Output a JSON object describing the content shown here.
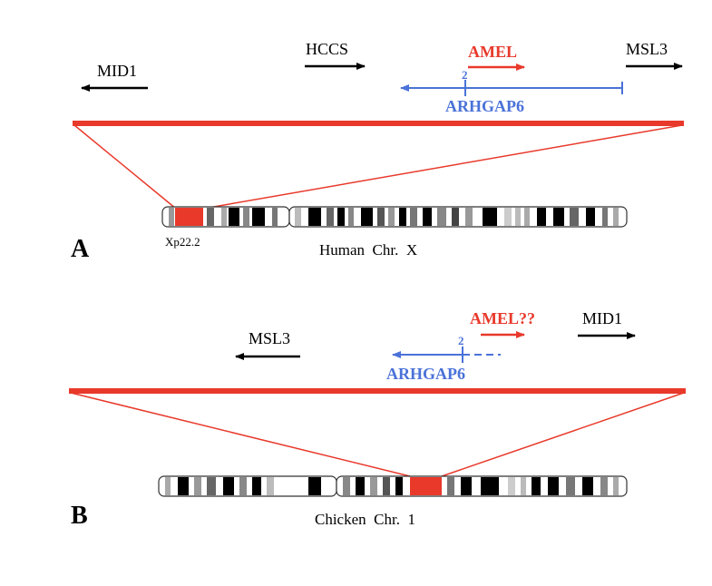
{
  "colors": {
    "red": "#e8392b",
    "blue": "#4a72d8",
    "black": "#000000"
  },
  "panelA": {
    "label": "A",
    "genes": {
      "mid1": "MID1",
      "hccs": "HCCS",
      "amel": "AMEL",
      "msl3": "MSL3",
      "arhgap6": "ARHGAP6",
      "exon": "2"
    },
    "band_label": "Xp22.2",
    "chromosome": "Human  Chr.  X"
  },
  "panelB": {
    "label": "B",
    "genes": {
      "msl3": "MSL3",
      "amel": "AMEL??",
      "mid1": "MID1",
      "arhgap6": "ARHGAP6",
      "exon": "2"
    },
    "chromosome": "Chicken  Chr.  1"
  }
}
